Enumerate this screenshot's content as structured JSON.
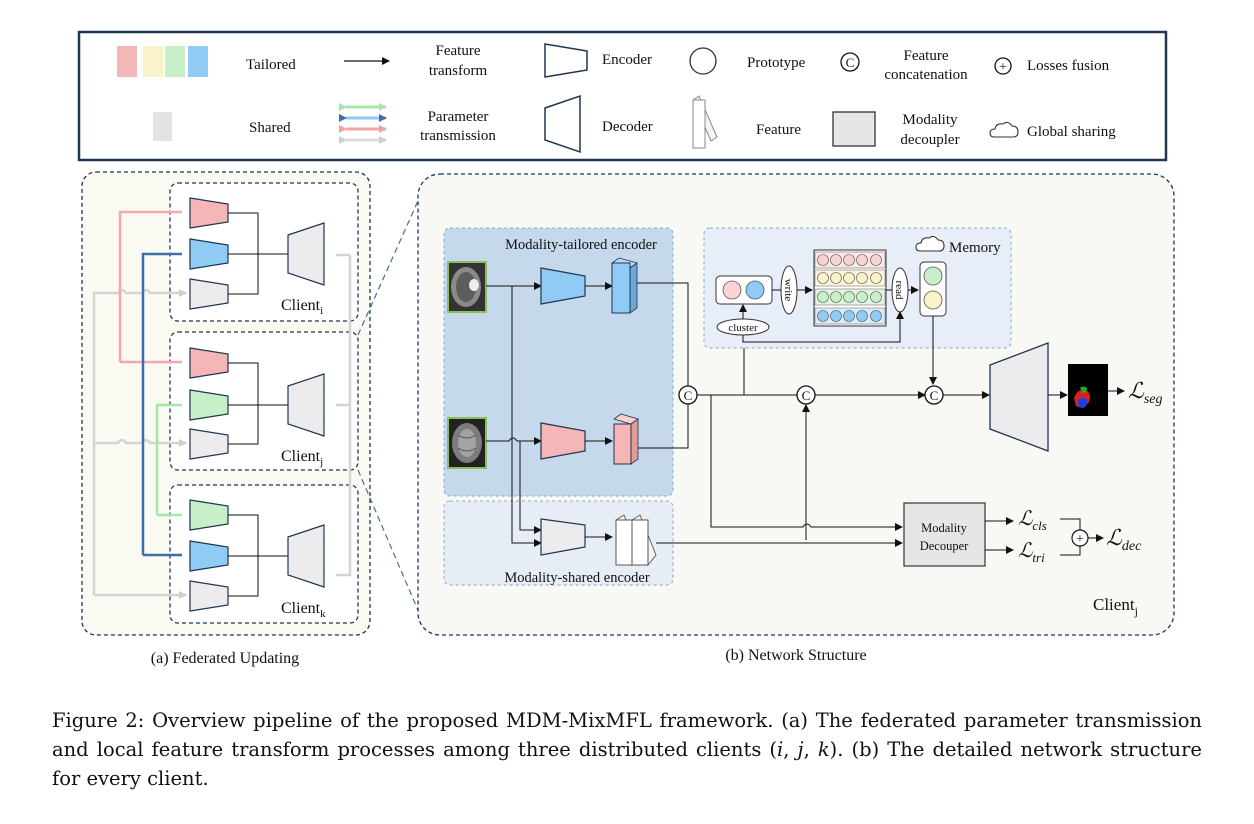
{
  "legend": {
    "tailored": "Tailored",
    "shared": "Shared",
    "feature_transform_l1": "Feature",
    "feature_transform_l2": "transform",
    "parameter_transmission_l1": "Parameter",
    "parameter_transmission_l2": "transmission",
    "encoder": "Encoder",
    "decoder": "Decoder",
    "prototype": "Prototype",
    "feature": "Feature",
    "feature_concat_symbol": "C",
    "feature_concat_l1": "Feature",
    "feature_concat_l2": "concatenation",
    "modality_decoupler_l1": "Modality",
    "modality_decoupler_l2": "decoupler",
    "losses_fusion_symbol": "+",
    "losses_fusion": "Losses fusion",
    "global_sharing": "Global sharing"
  },
  "panel_a": {
    "client_i": "Client",
    "client_i_sub": "i",
    "client_j": "Client",
    "client_j_sub": "j",
    "client_k": "Client",
    "client_k_sub": "k",
    "caption": "(a) Federated Updating"
  },
  "panel_b": {
    "tailored_encoder": "Modality-tailored encoder",
    "shared_encoder": "Modality-shared encoder",
    "memory": "Memory",
    "cluster": "cluster",
    "write": "write",
    "read": "read",
    "concat_symbol": "C",
    "modality_decoupler_l1": "Modality",
    "modality_decoupler_l2": "Decouper",
    "loss_seg": "seg",
    "loss_cls": "cls",
    "loss_tri": "tri",
    "loss_dec": "dec",
    "loss_symbol": "ℒ",
    "fusion_symbol": "+",
    "client": "Client",
    "client_sub": "j",
    "caption": "(b) Network Structure"
  },
  "colors": {
    "tailored_red": "#f4b6b6",
    "tailored_yellow": "#f8f3c8",
    "tailored_green": "#c9efc9",
    "tailored_blue": "#8fcbf5",
    "shared_gray": "#e3e3e3",
    "border_dark": "#1f3550",
    "panel_bg": "#f8f8f4",
    "encoder_region": "#c6d8ec"
  },
  "caption": {
    "prefix": "Figure 2: Overview pipeline of the proposed MDM-MixMFL framework. (a) The federated parameter transmission and local feature transform processes among three distributed clients (",
    "i": "i",
    "sep1": ", ",
    "j": "j",
    "sep2": ", ",
    "k": "k",
    "suffix": "). (b) The detailed network structure for every client."
  }
}
